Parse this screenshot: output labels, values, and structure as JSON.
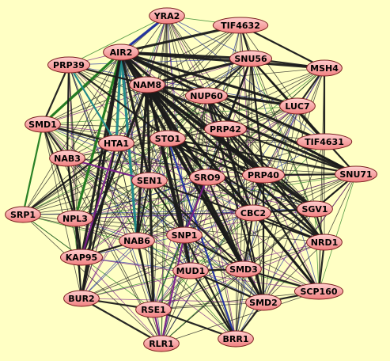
{
  "background_color": "#ffffc4",
  "node_fill_top": "#ffd0d0",
  "node_fill_bottom": "#f08080",
  "edge_colors": {
    "default": "#1a1a1a",
    "green": "#1f7a1f",
    "purple": "#7a1f8a",
    "blue": "#1f2fa0",
    "teal": "#1f8a8a"
  },
  "nodes": [
    {
      "id": "YRA2",
      "label": "YRA2"
    },
    {
      "id": "TIF4632",
      "label": "TIF4632"
    },
    {
      "id": "AIR2",
      "label": "AIR2"
    },
    {
      "id": "PRP39",
      "label": "PRP39"
    },
    {
      "id": "SNU56",
      "label": "SNU56"
    },
    {
      "id": "MSH4",
      "label": "MSH4"
    },
    {
      "id": "NAM8",
      "label": "NAM8"
    },
    {
      "id": "NUP60",
      "label": "NUP60"
    },
    {
      "id": "LUC7",
      "label": "LUC7"
    },
    {
      "id": "SMD1",
      "label": "SMD1"
    },
    {
      "id": "PRP42",
      "label": "PRP42"
    },
    {
      "id": "HTA1",
      "label": "HTA1"
    },
    {
      "id": "STO1",
      "label": "STO1"
    },
    {
      "id": "TIF4631",
      "label": "TIF4631"
    },
    {
      "id": "NAB3",
      "label": "NAB3"
    },
    {
      "id": "SEN1",
      "label": "SEN1"
    },
    {
      "id": "SRO9",
      "label": "SRO9"
    },
    {
      "id": "PRP40",
      "label": "PRP40"
    },
    {
      "id": "SNU71",
      "label": "SNU71"
    },
    {
      "id": "SGV1",
      "label": "SGV1"
    },
    {
      "id": "SRP1",
      "label": "SRP1"
    },
    {
      "id": "NPL3",
      "label": "NPL3"
    },
    {
      "id": "CBC2",
      "label": "CBC2"
    },
    {
      "id": "NAB6",
      "label": "NAB6"
    },
    {
      "id": "SNP1",
      "label": "SNP1"
    },
    {
      "id": "NRD1",
      "label": "NRD1"
    },
    {
      "id": "KAP95",
      "label": "KAP95"
    },
    {
      "id": "MUD1",
      "label": "MUD1"
    },
    {
      "id": "SMD3",
      "label": "SMD3"
    },
    {
      "id": "SCP160",
      "label": "SCP160"
    },
    {
      "id": "BUR2",
      "label": "BUR2"
    },
    {
      "id": "SMD2",
      "label": "SMD2"
    },
    {
      "id": "RSE1",
      "label": "RSE1"
    },
    {
      "id": "RLR1",
      "label": "RLR1"
    },
    {
      "id": "BRR1",
      "label": "BRR1"
    }
  ],
  "emphasized_edges": [
    {
      "source": "AIR2",
      "target": "YRA2",
      "color": "blue"
    },
    {
      "source": "AIR2",
      "target": "TIF4632",
      "color": "default"
    },
    {
      "source": "AIR2",
      "target": "SNU56",
      "color": "default"
    },
    {
      "source": "AIR2",
      "target": "MSH4",
      "color": "default"
    },
    {
      "source": "AIR2",
      "target": "NAM8",
      "color": "default"
    },
    {
      "source": "AIR2",
      "target": "HTA1",
      "color": "teal"
    },
    {
      "source": "AIR2",
      "target": "NPL3",
      "color": "green"
    },
    {
      "source": "AIR2",
      "target": "SMD1",
      "color": "green"
    },
    {
      "source": "AIR2",
      "target": "KAP95",
      "color": "default"
    },
    {
      "source": "AIR2",
      "target": "NAB6",
      "color": "teal"
    },
    {
      "source": "AIR2",
      "target": "SRO9",
      "color": "default"
    },
    {
      "source": "AIR2",
      "target": "PRP40",
      "color": "default"
    },
    {
      "source": "AIR2",
      "target": "TIF4631",
      "color": "default"
    },
    {
      "source": "AIR2",
      "target": "LUC7",
      "color": "default"
    },
    {
      "source": "AIR2",
      "target": "SEN1",
      "color": "default"
    },
    {
      "source": "AIR2",
      "target": "SNU71",
      "color": "default"
    },
    {
      "source": "AIR2",
      "target": "CBC2",
      "color": "default"
    },
    {
      "source": "AIR2",
      "target": "SMD3",
      "color": "default"
    },
    {
      "source": "AIR2",
      "target": "BUR2",
      "color": "default"
    },
    {
      "source": "NAM8",
      "target": "SNU71",
      "color": "default"
    },
    {
      "source": "NAM8",
      "target": "SCP160",
      "color": "default"
    },
    {
      "source": "NAM8",
      "target": "NRD1",
      "color": "default"
    },
    {
      "source": "NAM8",
      "target": "SGV1",
      "color": "default"
    },
    {
      "source": "NAM8",
      "target": "CBC2",
      "color": "default"
    },
    {
      "source": "NAM8",
      "target": "SMD2",
      "color": "default"
    },
    {
      "source": "NAM8",
      "target": "PRP40",
      "color": "default"
    },
    {
      "source": "NAM8",
      "target": "KAP95",
      "color": "default"
    },
    {
      "source": "NAM8",
      "target": "SNP1",
      "color": "default"
    },
    {
      "source": "NAM8",
      "target": "MUD1",
      "color": "default"
    },
    {
      "source": "NAM8",
      "target": "SRO9",
      "color": "default"
    },
    {
      "source": "NAM8",
      "target": "SMD3",
      "color": "default"
    },
    {
      "source": "NAM8",
      "target": "RSE1",
      "color": "default"
    },
    {
      "source": "NAM8",
      "target": "NAB6",
      "color": "default"
    },
    {
      "source": "NAM8",
      "target": "LUC7",
      "color": "default"
    },
    {
      "source": "NAM8",
      "target": "SNU56",
      "color": "default"
    },
    {
      "source": "HTA1",
      "target": "KAP95",
      "color": "purple"
    },
    {
      "source": "HTA1",
      "target": "BUR2",
      "color": "default"
    },
    {
      "source": "HTA1",
      "target": "SRP1",
      "color": "default"
    },
    {
      "source": "SMD1",
      "target": "SRP1",
      "color": "green"
    },
    {
      "source": "SMD1",
      "target": "NPL3",
      "color": "default"
    },
    {
      "source": "SMD1",
      "target": "NAB3",
      "color": "default"
    },
    {
      "source": "SMD1",
      "target": "HTA1",
      "color": "default"
    },
    {
      "source": "STO1",
      "target": "SNU71",
      "color": "default"
    },
    {
      "source": "STO1",
      "target": "SMD2",
      "color": "default"
    },
    {
      "source": "STO1",
      "target": "SGV1",
      "color": "default"
    },
    {
      "source": "STO1",
      "target": "CBC2",
      "color": "default"
    },
    {
      "source": "STO1",
      "target": "PRP40",
      "color": "default"
    },
    {
      "source": "STO1",
      "target": "SMD3",
      "color": "default"
    },
    {
      "source": "STO1",
      "target": "NRD1",
      "color": "default"
    },
    {
      "source": "STO1",
      "target": "MUD1",
      "color": "default"
    },
    {
      "source": "STO1",
      "target": "BRR1",
      "color": "blue"
    },
    {
      "source": "NUP60",
      "target": "SNU71",
      "color": "default"
    },
    {
      "source": "NUP60",
      "target": "SCP160",
      "color": "default"
    },
    {
      "source": "NUP60",
      "target": "SMD2",
      "color": "default"
    },
    {
      "source": "NUP60",
      "target": "NRD1",
      "color": "default"
    },
    {
      "source": "NUP60",
      "target": "CBC2",
      "color": "default"
    },
    {
      "source": "PRP42",
      "target": "SNU71",
      "color": "default"
    },
    {
      "source": "PRP42",
      "target": "NRD1",
      "color": "default"
    },
    {
      "source": "PRP42",
      "target": "SMD2",
      "color": "default"
    },
    {
      "source": "PRP42",
      "target": "SGV1",
      "color": "default"
    },
    {
      "source": "PRP42",
      "target": "SNU56",
      "color": "default"
    },
    {
      "source": "SNU56",
      "target": "MSH4",
      "color": "default"
    },
    {
      "source": "SNU56",
      "target": "TIF4631",
      "color": "default"
    },
    {
      "source": "SNU56",
      "target": "SNU71",
      "color": "default"
    },
    {
      "source": "SNU56",
      "target": "PRP40",
      "color": "default"
    },
    {
      "source": "SNU56",
      "target": "SRO9",
      "color": "default"
    },
    {
      "source": "SNU56",
      "target": "NUP60",
      "color": "default"
    },
    {
      "source": "TIF4632",
      "target": "SNU56",
      "color": "default"
    },
    {
      "source": "TIF4632",
      "target": "MSH4",
      "color": "default"
    },
    {
      "source": "MSH4",
      "target": "LUC7",
      "color": "default"
    },
    {
      "source": "MSH4",
      "target": "TIF4631",
      "color": "default"
    },
    {
      "source": "PRP39",
      "target": "SMD1",
      "color": "default"
    },
    {
      "source": "PRP39",
      "target": "NAM8",
      "color": "default"
    },
    {
      "source": "PRP39",
      "target": "HTA1",
      "color": "teal"
    },
    {
      "source": "PRP39",
      "target": "STO1",
      "color": "default"
    },
    {
      "source": "PRP39",
      "target": "NAB3",
      "color": "default"
    },
    {
      "source": "NAB3",
      "target": "NPL3",
      "color": "default"
    },
    {
      "source": "NAB3",
      "target": "KAP95",
      "color": "default"
    },
    {
      "source": "NAB3",
      "target": "SEN1",
      "color": "purple"
    },
    {
      "source": "NPL3",
      "target": "KAP95",
      "color": "default"
    },
    {
      "source": "NPL3",
      "target": "BUR2",
      "color": "default"
    },
    {
      "source": "SEN1",
      "target": "SNP1",
      "color": "default"
    },
    {
      "source": "SEN1",
      "target": "NAB6",
      "color": "default"
    },
    {
      "source": "SEN1",
      "target": "NRD1",
      "color": "default"
    },
    {
      "source": "SEN1",
      "target": "SMD3",
      "color": "default"
    },
    {
      "source": "SRO9",
      "target": "CBC2",
      "color": "default"
    },
    {
      "source": "SRO9",
      "target": "SNP1",
      "color": "purple"
    },
    {
      "source": "SRO9",
      "target": "SMD3",
      "color": "default"
    },
    {
      "source": "PRP40",
      "target": "SNU71",
      "color": "default"
    },
    {
      "source": "PRP40",
      "target": "CBC2",
      "color": "default"
    },
    {
      "source": "PRP40",
      "target": "SGV1",
      "color": "default"
    },
    {
      "source": "PRP40",
      "target": "SMD2",
      "color": "default"
    },
    {
      "source": "CBC2",
      "target": "SGV1",
      "color": "default"
    },
    {
      "source": "CBC2",
      "target": "NRD1",
      "color": "default"
    },
    {
      "source": "CBC2",
      "target": "SMD3",
      "color": "default"
    },
    {
      "source": "CBC2",
      "target": "SCP160",
      "color": "default"
    },
    {
      "source": "SNP1",
      "target": "MUD1",
      "color": "default"
    },
    {
      "source": "SNP1",
      "target": "SMD3",
      "color": "default"
    },
    {
      "source": "SNP1",
      "target": "RLR1",
      "color": "purple"
    },
    {
      "source": "SNP1",
      "target": "BRR1",
      "color": "default"
    },
    {
      "source": "MUD1",
      "target": "SMD3",
      "color": "default"
    },
    {
      "source": "MUD1",
      "target": "SMD2",
      "color": "default"
    },
    {
      "source": "MUD1",
      "target": "BRR1",
      "color": "default"
    },
    {
      "source": "SMD3",
      "target": "SMD2",
      "color": "default"
    },
    {
      "source": "SMD3",
      "target": "SCP160",
      "color": "default"
    },
    {
      "source": "NAB6",
      "target": "RSE1",
      "color": "default"
    },
    {
      "source": "NAB6",
      "target": "KAP95",
      "color": "default"
    },
    {
      "source": "RSE1",
      "target": "RLR1",
      "color": "purple"
    },
    {
      "source": "RSE1",
      "target": "BRR1",
      "color": "default"
    },
    {
      "source": "BUR2",
      "target": "RSE1",
      "color": "default"
    },
    {
      "source": "BUR2",
      "target": "RLR1",
      "color": "default"
    },
    {
      "source": "SMD2",
      "target": "SCP160",
      "color": "default"
    },
    {
      "source": "SMD2",
      "target": "BRR1",
      "color": "default"
    },
    {
      "source": "NRD1",
      "target": "SCP160",
      "color": "default"
    },
    {
      "source": "SGV1",
      "target": "NRD1",
      "color": "default"
    },
    {
      "source": "SNU71",
      "target": "SGV1",
      "color": "default"
    }
  ]
}
